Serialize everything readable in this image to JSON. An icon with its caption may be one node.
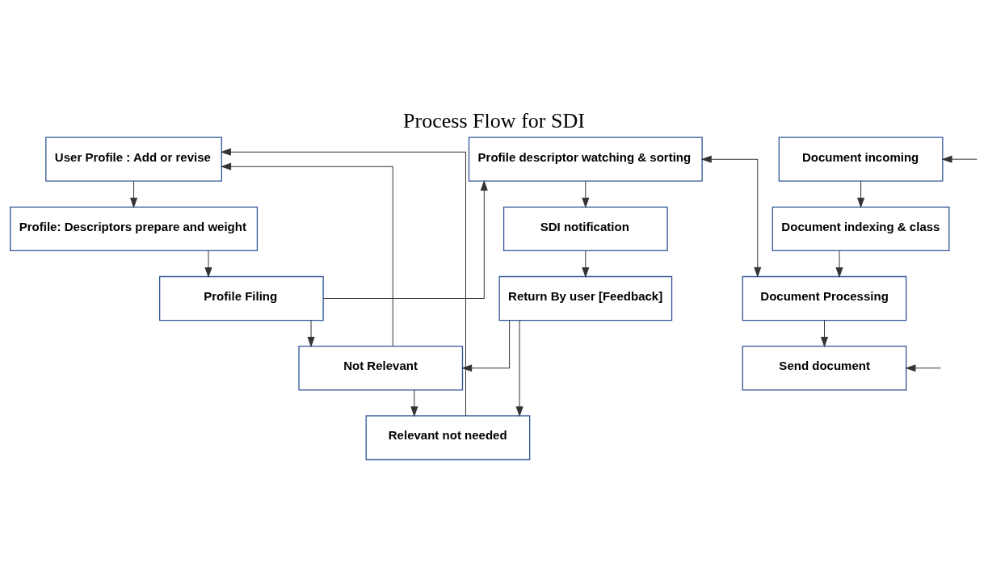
{
  "diagram": {
    "title": "Process Flow for SDI",
    "nodes": [
      {
        "text": [
          "User Profile : Add or revise"
        ]
      },
      {
        "text": [
          "Profile: Descriptors prepare and weight"
        ]
      },
      {
        "text": [
          "Profile Filing"
        ]
      },
      {
        "text": [
          "Not Relevant"
        ]
      },
      {
        "text": [
          "Relevant not needed"
        ]
      },
      {
        "text": [
          "Profile descriptor watching & sorting"
        ]
      },
      {
        "text": [
          "SDI notification"
        ]
      },
      {
        "text": [
          "Return By user [Feedback]"
        ]
      },
      {
        "text": [
          "Document incoming"
        ]
      },
      {
        "text": [
          "Document indexing & class"
        ]
      },
      {
        "text": [
          "Document Processing"
        ]
      },
      {
        "text": [
          "Send document"
        ]
      }
    ],
    "edges": [
      {
        "from": 0,
        "to": 1,
        "arrow": "to"
      },
      {
        "from": 1,
        "to": 2,
        "arrow": "to"
      },
      {
        "from": 2,
        "to": 3,
        "arrow": "to"
      },
      {
        "from": 3,
        "to": 4,
        "arrow": "to"
      },
      {
        "from": 2,
        "to": 5,
        "arrow": "to"
      },
      {
        "from": 5,
        "to": 6,
        "arrow": "to"
      },
      {
        "from": 6,
        "to": 7,
        "arrow": "to"
      },
      {
        "from": 7,
        "to": 3,
        "arrow": "to"
      },
      {
        "from": 7,
        "to": 4,
        "arrow": "to"
      },
      {
        "from": 3,
        "to": 0,
        "arrow": "to"
      },
      {
        "from": 4,
        "to": 0,
        "arrow": "to"
      },
      {
        "from": 5,
        "to": 10,
        "arrow": "both"
      },
      {
        "from": 8,
        "to": 9,
        "arrow": "to"
      },
      {
        "from": 9,
        "to": 10,
        "arrow": "to"
      },
      {
        "from": 10,
        "to": 11,
        "arrow": "to"
      },
      {
        "from": null,
        "to": 8,
        "arrow": "to"
      },
      {
        "from": null,
        "to": 11,
        "arrow": "to"
      }
    ]
  }
}
